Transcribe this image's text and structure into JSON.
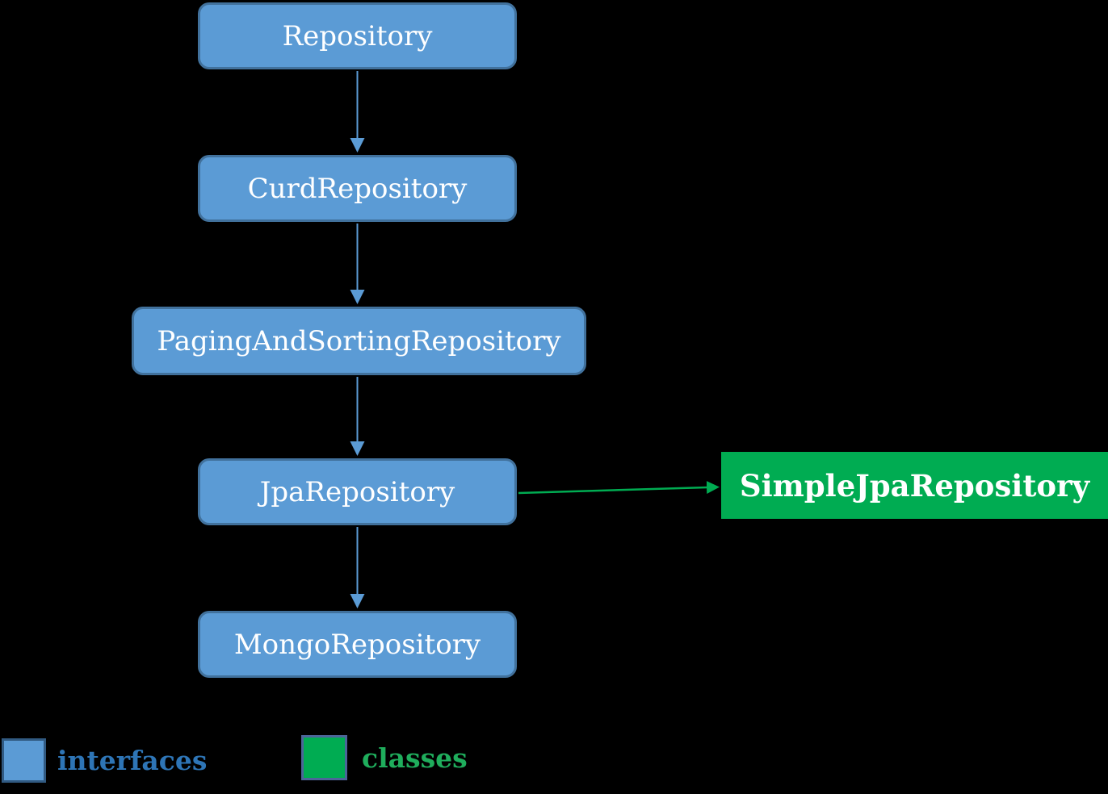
{
  "nodes": {
    "repository": {
      "label": "Repository",
      "type": "interface"
    },
    "curd": {
      "label": "CurdRepository",
      "type": "interface"
    },
    "paging": {
      "label": "PagingAndSortingRepository",
      "type": "interface"
    },
    "jpa": {
      "label": "JpaRepository",
      "type": "interface"
    },
    "mongo": {
      "label": "MongoRepository",
      "type": "interface"
    },
    "simple_jpa": {
      "label": "SimpleJpaRepository",
      "type": "class"
    }
  },
  "edges": [
    {
      "from": "Repository",
      "to": "CurdRepository",
      "color": "blue"
    },
    {
      "from": "CurdRepository",
      "to": "PagingAndSortingRepository",
      "color": "blue"
    },
    {
      "from": "PagingAndSortingRepository",
      "to": "JpaRepository",
      "color": "blue"
    },
    {
      "from": "JpaRepository",
      "to": "MongoRepository",
      "color": "blue"
    },
    {
      "from": "JpaRepository",
      "to": "SimpleJpaRepository",
      "color": "green"
    }
  ],
  "legend": {
    "interfaces_label": "interfaces",
    "classes_label": "classes"
  },
  "colors": {
    "background": "#000000",
    "interface_fill": "#5B9BD5",
    "interface_border": "#41719C",
    "class_fill": "#00AC52",
    "connector_blue": "#5B9BD5",
    "connector_green": "#00AC52",
    "box_text": "#FFFFFF",
    "legend_interfaces_text": "#2E75B6",
    "legend_classes_text": "#1FAD5C"
  }
}
